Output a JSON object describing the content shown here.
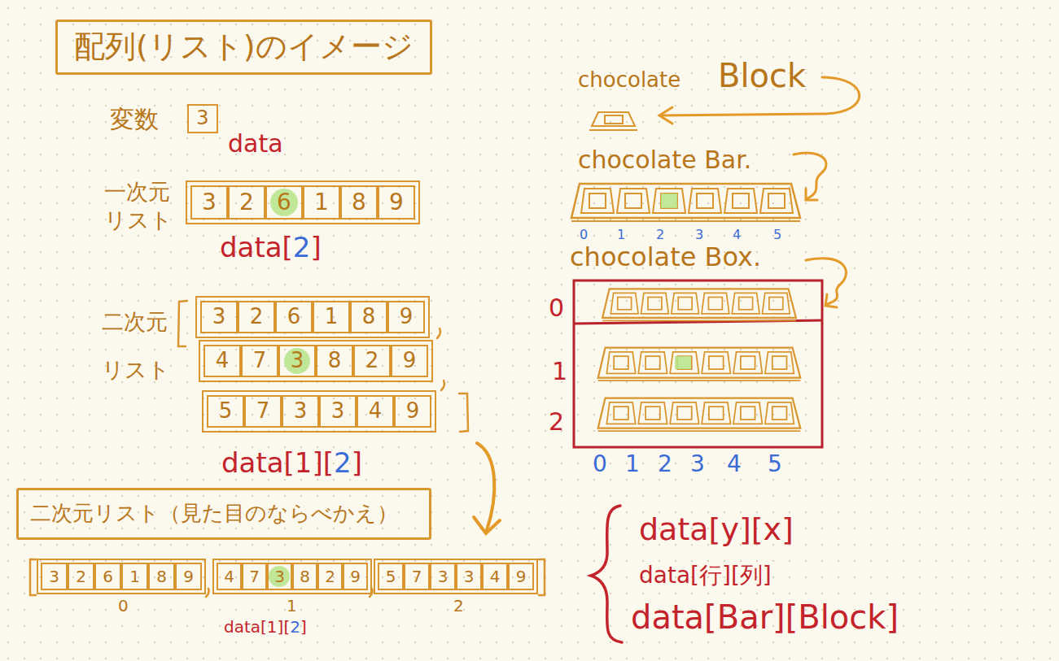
{
  "diagram": {
    "title": "配列(リスト)のイメージ",
    "nodes": [
      {
        "text": [
          "3"
        ]
      },
      {
        "text": [
          "3"
        ]
      },
      {
        "text": [
          "2"
        ]
      },
      {
        "text": [
          "6"
        ]
      },
      {
        "text": [
          "1"
        ]
      },
      {
        "text": [
          "8"
        ]
      },
      {
        "text": [
          "9"
        ]
      },
      {
        "text": [
          "3"
        ]
      },
      {
        "text": [
          "2"
        ]
      },
      {
        "text": [
          "6"
        ]
      },
      {
        "text": [
          "1"
        ]
      },
      {
        "text": [
          "8"
        ]
      },
      {
        "text": [
          "9"
        ]
      },
      {
        "text": [
          "4"
        ]
      },
      {
        "text": [
          "7"
        ]
      },
      {
        "text": [
          "3"
        ]
      },
      {
        "text": [
          "8"
        ]
      },
      {
        "text": [
          "2"
        ]
      },
      {
        "text": [
          "9"
        ]
      },
      {
        "text": [
          "5"
        ]
      },
      {
        "text": [
          "7"
        ]
      },
      {
        "text": [
          "3"
        ]
      },
      {
        "text": [
          "3"
        ]
      },
      {
        "text": [
          "4"
        ]
      },
      {
        "text": [
          "9"
        ]
      },
      {
        "text": [
          "二次元リスト（見た目のならべかえ）"
        ]
      },
      {
        "text": [
          "3"
        ]
      },
      {
        "text": [
          "2"
        ]
      },
      {
        "text": [
          "6"
        ]
      },
      {
        "text": [
          "1"
        ]
      },
      {
        "text": [
          "8"
        ]
      },
      {
        "text": [
          "9"
        ]
      },
      {
        "text": [
          "4"
        ]
      },
      {
        "text": [
          "7"
        ]
      },
      {
        "text": [
          "3"
        ]
      },
      {
        "text": [
          "8"
        ]
      },
      {
        "text": [
          "2"
        ]
      },
      {
        "text": [
          "9"
        ]
      },
      {
        "text": [
          "5"
        ]
      },
      {
        "text": [
          "7"
        ]
      },
      {
        "text": [
          "3"
        ]
      },
      {
        "text": [
          "3"
        ]
      },
      {
        "text": [
          "4"
        ]
      },
      {
        "text": [
          "9"
        ]
      }
    ],
    "labels": [
      "変数",
      "data",
      "一次元 リスト",
      "data[",
      "2",
      "]",
      "二次元 リスト",
      "data[1][",
      "2",
      "]",
      "0",
      "1",
      "2",
      "data[1][",
      "2",
      "]",
      "chocolate",
      "Block",
      "chocolate Bar.",
      "0",
      "1",
      "2",
      "3",
      "4",
      "5",
      "chocolate Box.",
      "0",
      "1",
      "2",
      "0",
      "1",
      "2",
      "3",
      "4",
      "5",
      "data[y][x]",
      "data[行][列]",
      "data[Bar][Block]"
    ]
  }
}
